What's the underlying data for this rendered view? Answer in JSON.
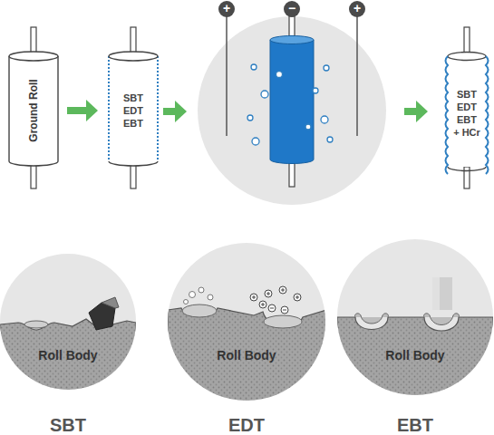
{
  "diagram": {
    "nodes": [
      {
        "text": [
          "Ground Roll"
        ]
      },
      {
        "text": [
          "SBT EDT EBT"
        ]
      },
      {
        "text": [
          "SBT EDT EBT + HCr"
        ]
      },
      {
        "text": [
          "Roll Body",
          "SBT"
        ]
      },
      {
        "text": [
          "Roll Body",
          "EDT"
        ]
      },
      {
        "text": [
          "Roll Body",
          "EBT"
        ]
      }
    ],
    "edges": [
      {
        "from": 0,
        "to": 1,
        "arrow": "to"
      }
    ],
    "labels": [
      "+",
      "−",
      "+"
    ]
  }
}
